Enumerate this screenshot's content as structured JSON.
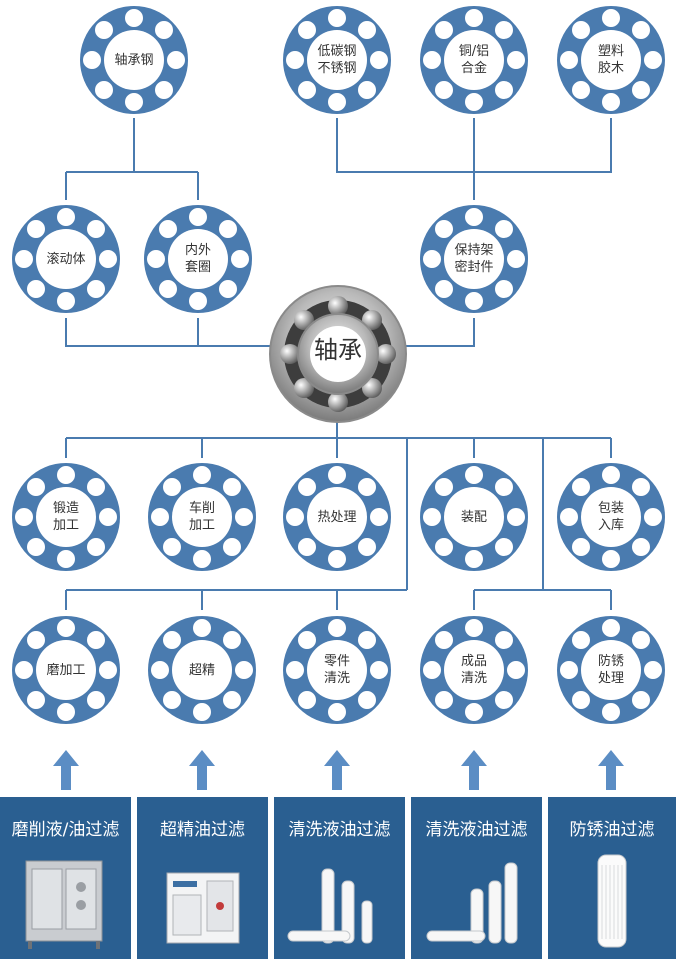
{
  "colors": {
    "line": "#4a7baf",
    "panel": "#2a5f91",
    "arrow": "#5b8dc4"
  },
  "center": {
    "label": "轴承"
  },
  "materials": [
    {
      "id": "bearing-steel",
      "label": "轴承钢"
    },
    {
      "id": "low-carbon-steel",
      "label": "低碳钢\n不锈钢"
    },
    {
      "id": "copper-aluminum",
      "label": "铜/铝\n合金"
    },
    {
      "id": "plastic-rubber",
      "label": "塑料\n胶木"
    }
  ],
  "components": [
    {
      "id": "rolling-element",
      "label": "滚动体"
    },
    {
      "id": "ring",
      "label": "内外\n套圈"
    },
    {
      "id": "cage-seal",
      "label": "保持架\n密封件"
    }
  ],
  "processes": [
    {
      "id": "forging",
      "label": "锻造\n加工"
    },
    {
      "id": "turning",
      "label": "车削\n加工"
    },
    {
      "id": "heat-treatment",
      "label": "热处理"
    },
    {
      "id": "assembly",
      "label": "装配"
    },
    {
      "id": "packaging",
      "label": "包装\n入库"
    }
  ],
  "subprocesses": [
    {
      "id": "grinding",
      "label": "磨加工"
    },
    {
      "id": "superfinishing",
      "label": "超精"
    },
    {
      "id": "parts-cleaning",
      "label": "零件\n清洗"
    },
    {
      "id": "product-cleaning",
      "label": "成品\n清洗"
    },
    {
      "id": "rust-prevention",
      "label": "防锈\n处理"
    }
  ],
  "filters": [
    {
      "id": "grinding-fluid",
      "label": "磨削液/油过滤",
      "image": "filtration-cabinet"
    },
    {
      "id": "superfinishing-oil",
      "label": "超精油过滤",
      "image": "filtration-unit"
    },
    {
      "id": "cleaning-fluid-1",
      "label": "清洗液油过滤",
      "image": "filter-cartridges"
    },
    {
      "id": "cleaning-fluid-2",
      "label": "清洗液油过滤",
      "image": "filter-cartridges"
    },
    {
      "id": "rust-oil",
      "label": "防锈油过滤",
      "image": "pleated-cartridge"
    }
  ]
}
